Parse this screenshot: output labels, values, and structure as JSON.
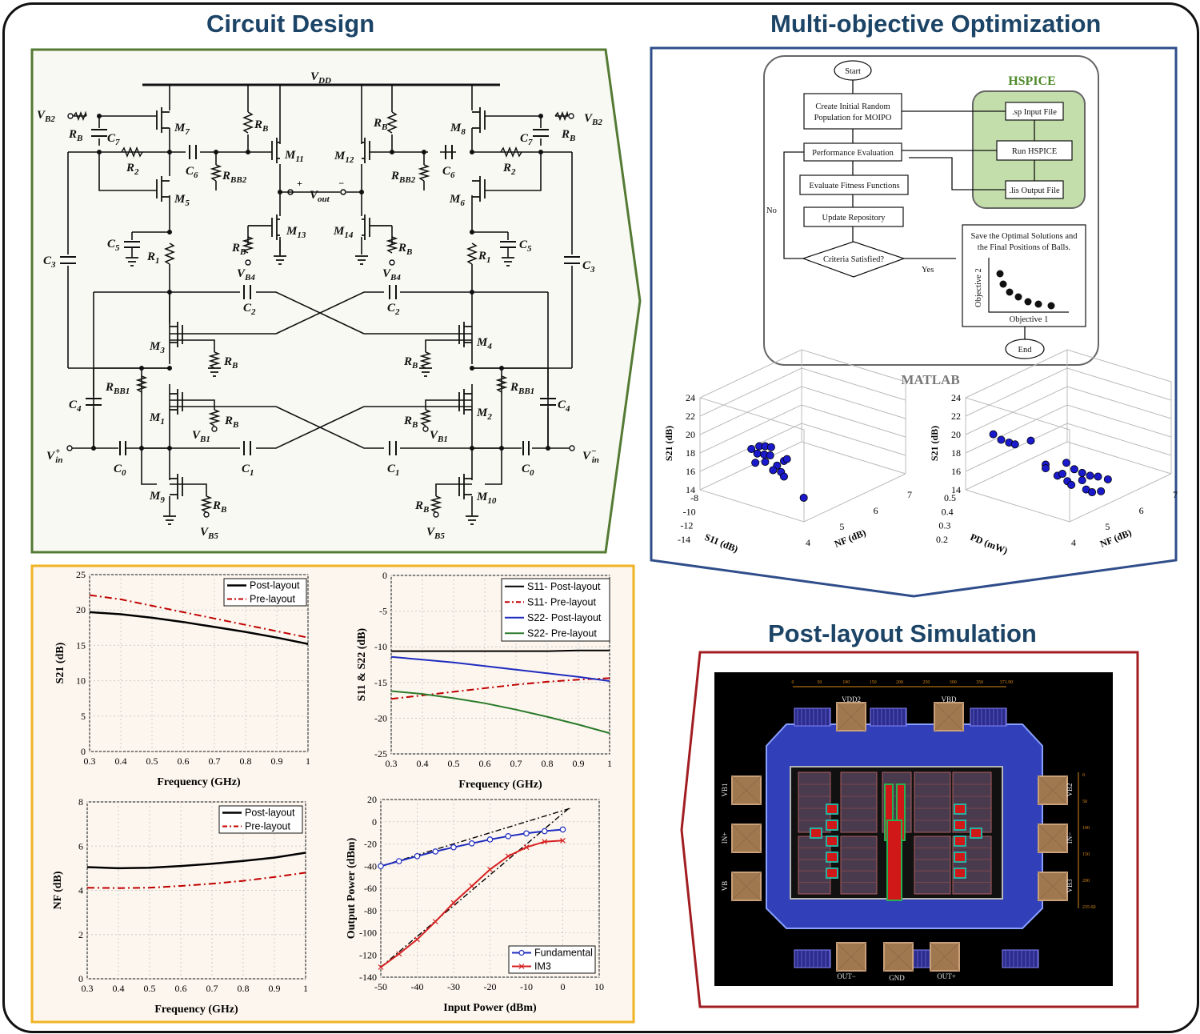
{
  "sections": {
    "circuit": "Circuit Design",
    "optimization": "Multi-objective Optimization",
    "postlayout": "Post-layout Simulation"
  },
  "colors": {
    "title_blue": "#1c4466",
    "circuit_border": "#547a34",
    "opt_border": "#2f4d8a",
    "sim_border": "#a11d22",
    "plot_border": "#f0b323",
    "post_layout": "#000000",
    "pre_layout": "#c00000",
    "s22_post": "#1f2cbf",
    "s22_pre": "#2a7a2a",
    "im3": "#d62020",
    "fundamental": "#1f2cbf"
  },
  "circuit": {
    "vdd": "VDD",
    "vout": "Vout",
    "vout_plus": "+",
    "vout_minus": "−",
    "labels": [
      {
        "t": "VB2",
        "base": "V",
        "sub": "B2"
      },
      {
        "t": "RB",
        "base": "R",
        "sub": "B"
      },
      {
        "t": "C7",
        "base": "C",
        "sub": "7"
      },
      {
        "t": "M7",
        "base": "M",
        "sub": "7"
      },
      {
        "t": "R2",
        "base": "R",
        "sub": "2"
      },
      {
        "t": "C6",
        "base": "C",
        "sub": "6"
      },
      {
        "t": "RBB2",
        "base": "R",
        "sub": "BB2"
      },
      {
        "t": "M5",
        "base": "M",
        "sub": "5"
      },
      {
        "t": "M11",
        "base": "M",
        "sub": "11"
      },
      {
        "t": "M13",
        "base": "M",
        "sub": "13"
      },
      {
        "t": "VB4",
        "base": "V",
        "sub": "B4"
      },
      {
        "t": "C5",
        "base": "C",
        "sub": "5"
      },
      {
        "t": "R1",
        "base": "R",
        "sub": "1"
      },
      {
        "t": "C3",
        "base": "C",
        "sub": "3"
      },
      {
        "t": "C2",
        "base": "C",
        "sub": "2"
      },
      {
        "t": "M3",
        "base": "M",
        "sub": "3"
      },
      {
        "t": "RBB1",
        "base": "R",
        "sub": "BB1"
      },
      {
        "t": "C4",
        "base": "C",
        "sub": "4"
      },
      {
        "t": "M1",
        "base": "M",
        "sub": "1"
      },
      {
        "t": "VB1",
        "base": "V",
        "sub": "B1"
      },
      {
        "t": "Vin+",
        "base": "V",
        "sub": "in",
        "sup": "+"
      },
      {
        "t": "C0",
        "base": "C",
        "sub": "0"
      },
      {
        "t": "C1",
        "base": "C",
        "sub": "1"
      },
      {
        "t": "M9",
        "base": "M",
        "sub": "9"
      },
      {
        "t": "VB5",
        "base": "V",
        "sub": "B5"
      },
      {
        "t": "M12",
        "base": "M",
        "sub": "12"
      },
      {
        "t": "M8",
        "base": "M",
        "sub": "8"
      },
      {
        "t": "M6",
        "base": "M",
        "sub": "6"
      },
      {
        "t": "M14",
        "base": "M",
        "sub": "14"
      },
      {
        "t": "M4",
        "base": "M",
        "sub": "4"
      },
      {
        "t": "M2",
        "base": "M",
        "sub": "2"
      },
      {
        "t": "M10",
        "base": "M",
        "sub": "10"
      },
      {
        "t": "Vin-",
        "base": "V",
        "sub": "in",
        "sup": "−"
      }
    ]
  },
  "flowchart": {
    "start": "Start",
    "create1": "Create Initial Random",
    "create2": "Population for MOIPO",
    "perf": "Performance Evaluation",
    "fitness": "Evaluate Fitness Functions",
    "update": "Update Repository",
    "criteria": "Criteria Satisfied?",
    "no": "No",
    "yes": "Yes",
    "hspice": "HSPICE",
    "sp_input": ".sp Input File",
    "run_hspice": "Run HSPICE",
    "lis_output": ".lis Output File",
    "save1": "Save the Optimal Solutions and",
    "save2": "the Final Positions of Balls.",
    "objective1": "Objective 1",
    "objective2": "Objective 2",
    "end": "End",
    "matlab": "MATLAB"
  },
  "pareto_plots": [
    {
      "zlabel": "S21 (dB)",
      "z_ticks": [
        "24",
        "22",
        "20",
        "18",
        "16",
        "14"
      ],
      "y_label": "S11 (dB)",
      "y_ticks": [
        "-8",
        "-10",
        "-12",
        "-14"
      ],
      "x_label": "NF (dB)",
      "x_ticks": [
        "4",
        "5",
        "6",
        "7"
      ],
      "points": [
        [
          0.52,
          0.4
        ],
        [
          0.6,
          0.37
        ],
        [
          0.66,
          0.37
        ],
        [
          0.72,
          0.38
        ],
        [
          0.58,
          0.45
        ],
        [
          0.65,
          0.46
        ],
        [
          0.71,
          0.47
        ],
        [
          0.56,
          0.55
        ],
        [
          0.66,
          0.54
        ],
        [
          0.85,
          0.53
        ],
        [
          0.88,
          0.51
        ],
        [
          0.78,
          0.58
        ],
        [
          0.74,
          0.63
        ],
        [
          0.82,
          0.65
        ],
        [
          0.85,
          0.7
        ],
        [
          1.05,
          0.93
        ]
      ]
    },
    {
      "zlabel": "S21 (dB)",
      "z_ticks": [
        "24",
        "22",
        "20",
        "18",
        "16",
        "14"
      ],
      "y_label": "PD (mW)",
      "y_ticks": [
        "0.5",
        "0.4",
        "0.3",
        "0.2"
      ],
      "x_label": "NF (dB)",
      "x_ticks": [
        "4",
        "5",
        "6",
        "7"
      ],
      "points": [
        [
          0.28,
          0.24
        ],
        [
          0.36,
          0.3
        ],
        [
          0.44,
          0.33
        ],
        [
          0.5,
          0.35
        ],
        [
          0.66,
          0.31
        ],
        [
          0.81,
          0.57
        ],
        [
          0.81,
          0.61
        ],
        [
          0.93,
          0.69
        ],
        [
          0.98,
          0.67
        ],
        [
          1.02,
          0.55
        ],
        [
          1.1,
          0.62
        ],
        [
          1.18,
          0.66
        ],
        [
          1.26,
          0.69
        ],
        [
          1.34,
          0.7
        ],
        [
          1.44,
          0.73
        ],
        [
          1.03,
          0.75
        ],
        [
          1.07,
          0.79
        ],
        [
          1.18,
          0.74
        ],
        [
          1.22,
          0.84
        ],
        [
          1.28,
          0.87
        ],
        [
          1.37,
          0.86
        ]
      ]
    }
  ],
  "layout_chip": {
    "top_pads": [
      "VDD2",
      "VBD"
    ],
    "left_pads": [
      "VB1",
      "IN+",
      "VB"
    ],
    "right_pads": [
      "VB2",
      "IN−",
      "VB3"
    ],
    "bottom_pads": [
      "OUT−",
      "GND",
      "OUT+"
    ],
    "ruler_top": [
      "0",
      "50",
      "100",
      "150",
      "200",
      "250",
      "300",
      "350",
      "371.90"
    ],
    "ruler_right": [
      "0",
      "50",
      "100",
      "150",
      "200",
      "235.60"
    ]
  },
  "chart_data": [
    {
      "type": "line",
      "xlabel": "Frequency (GHz)",
      "ylabel": "S21 (dB)",
      "xlim": [
        0.3,
        1.0
      ],
      "ylim": [
        0,
        25
      ],
      "x_ticks": [
        0.3,
        0.4,
        0.5,
        0.6,
        0.7,
        0.8,
        0.9,
        1.0
      ],
      "y_ticks": [
        0,
        5,
        10,
        15,
        20,
        25
      ],
      "x": [
        0.3,
        0.4,
        0.5,
        0.6,
        0.7,
        0.8,
        0.9,
        1.0
      ],
      "series": [
        {
          "name": "Post-layout",
          "values": [
            19.7,
            19.4,
            18.9,
            18.3,
            17.6,
            16.9,
            16.1,
            15.2
          ]
        },
        {
          "name": "Pre-layout",
          "values": [
            22.1,
            21.5,
            20.6,
            19.7,
            18.8,
            17.9,
            17.0,
            16.1
          ]
        }
      ]
    },
    {
      "type": "line",
      "xlabel": "Frequency (GHz)",
      "ylabel": "S11 & S22 (dB)",
      "xlim": [
        0.3,
        1.0
      ],
      "ylim": [
        -25,
        0
      ],
      "x_ticks": [
        0.3,
        0.4,
        0.5,
        0.6,
        0.7,
        0.8,
        0.9,
        1.0
      ],
      "y_ticks": [
        0,
        -5,
        -10,
        -15,
        -20,
        -25
      ],
      "x": [
        0.3,
        0.4,
        0.5,
        0.6,
        0.7,
        0.8,
        0.9,
        1.0
      ],
      "series": [
        {
          "name": "S11- Post-layout",
          "values": [
            -10.6,
            -10.6,
            -10.6,
            -10.6,
            -10.6,
            -10.6,
            -10.5,
            -10.5
          ]
        },
        {
          "name": "S11- Pre-layout",
          "values": [
            -17.3,
            -16.8,
            -16.3,
            -15.8,
            -15.3,
            -14.9,
            -14.6,
            -14.4
          ]
        },
        {
          "name": "S22- Post-layout",
          "values": [
            -11.4,
            -11.8,
            -12.2,
            -12.7,
            -13.2,
            -13.7,
            -14.2,
            -14.8
          ]
        },
        {
          "name": "S22- Pre-layout",
          "values": [
            -16.2,
            -16.6,
            -17.2,
            -17.9,
            -18.8,
            -19.8,
            -20.9,
            -22.1
          ]
        }
      ]
    },
    {
      "type": "line",
      "xlabel": "Frequency (GHz)",
      "ylabel": "NF (dB)",
      "xlim": [
        0.3,
        1.0
      ],
      "ylim": [
        0,
        8
      ],
      "x_ticks": [
        0.3,
        0.4,
        0.5,
        0.6,
        0.7,
        0.8,
        0.9,
        1.0
      ],
      "y_ticks": [
        0,
        2,
        4,
        6,
        8
      ],
      "x": [
        0.3,
        0.4,
        0.5,
        0.6,
        0.7,
        0.8,
        0.9,
        1.0
      ],
      "series": [
        {
          "name": "Post-layout",
          "values": [
            5.05,
            5.0,
            5.02,
            5.1,
            5.2,
            5.33,
            5.48,
            5.7
          ]
        },
        {
          "name": "Pre-layout",
          "values": [
            4.12,
            4.1,
            4.12,
            4.2,
            4.3,
            4.43,
            4.6,
            4.8
          ]
        }
      ]
    },
    {
      "type": "line",
      "xlabel": "Input Power (dBm)",
      "ylabel": "Output Power (dBm)",
      "xlim": [
        -50,
        10
      ],
      "ylim": [
        -140,
        20
      ],
      "x_ticks": [
        -50,
        -40,
        -30,
        -20,
        -10,
        0,
        10
      ],
      "y_ticks": [
        20,
        0,
        -20,
        -40,
        -60,
        -80,
        -100,
        -120,
        -140
      ],
      "x": [
        -50,
        -45,
        -40,
        -35,
        -30,
        -25,
        -20,
        -15,
        -10,
        -5,
        0
      ],
      "series": [
        {
          "name": "Fundamental",
          "values": [
            -40,
            -35.5,
            -31,
            -26.8,
            -23,
            -19.5,
            -16,
            -13,
            -10.5,
            -8.5,
            -7
          ]
        },
        {
          "name": "IM3",
          "values": [
            -131,
            -119,
            -106,
            -90,
            -73,
            -58,
            -43,
            -31,
            -23,
            -18,
            -17
          ]
        }
      ],
      "extrapolation": [
        {
          "x": [
            -50,
            2
          ],
          "y": [
            -40,
            12
          ]
        },
        {
          "x": [
            -50,
            2
          ],
          "y": [
            -131,
            13
          ]
        }
      ]
    }
  ]
}
